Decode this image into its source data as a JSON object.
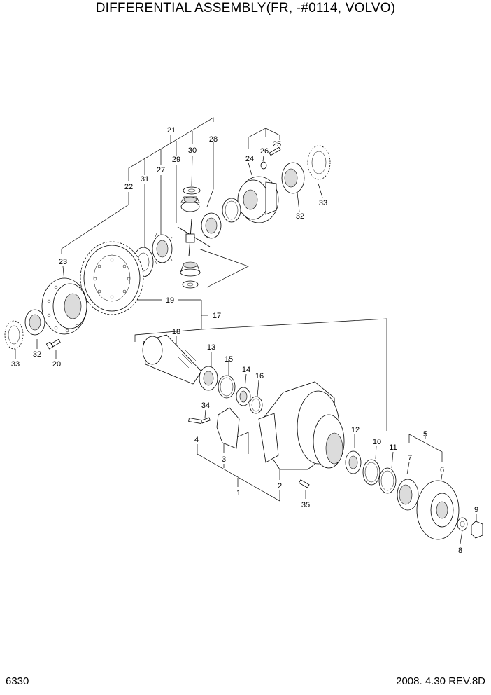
{
  "header": {
    "title": "DIFFERENTIAL ASSEMBLY(FR, -#0114, VOLVO)"
  },
  "footer": {
    "page_number": "6330",
    "revision": "2008. 4.30  REV.8D"
  },
  "callouts": [
    {
      "id": "c21",
      "text": "21"
    },
    {
      "id": "c30",
      "text": "30"
    },
    {
      "id": "c28",
      "text": "28"
    },
    {
      "id": "c29",
      "text": "29"
    },
    {
      "id": "c27",
      "text": "27"
    },
    {
      "id": "c31",
      "text": "31"
    },
    {
      "id": "c22",
      "text": "22"
    },
    {
      "id": "c25",
      "text": "25"
    },
    {
      "id": "c26",
      "text": "26"
    },
    {
      "id": "c24",
      "text": "24"
    },
    {
      "id": "c33a",
      "text": "33"
    },
    {
      "id": "c32a",
      "text": "32"
    },
    {
      "id": "c23",
      "text": "23"
    },
    {
      "id": "c19",
      "text": "19"
    },
    {
      "id": "c17",
      "text": "17"
    },
    {
      "id": "c18",
      "text": "18"
    },
    {
      "id": "c33b",
      "text": "33"
    },
    {
      "id": "c32b",
      "text": "32"
    },
    {
      "id": "c20",
      "text": "20"
    },
    {
      "id": "c13",
      "text": "13"
    },
    {
      "id": "c15",
      "text": "15"
    },
    {
      "id": "c14",
      "text": "14"
    },
    {
      "id": "c16",
      "text": "16"
    },
    {
      "id": "c34",
      "text": "34"
    },
    {
      "id": "c4",
      "text": "4"
    },
    {
      "id": "c3",
      "text": "3"
    },
    {
      "id": "c1",
      "text": "1"
    },
    {
      "id": "c2",
      "text": "2"
    },
    {
      "id": "c35",
      "text": "35"
    },
    {
      "id": "c12",
      "text": "12"
    },
    {
      "id": "c10",
      "text": "10"
    },
    {
      "id": "c11",
      "text": "11"
    },
    {
      "id": "c5",
      "text": "5"
    },
    {
      "id": "c7",
      "text": "7"
    },
    {
      "id": "c6",
      "text": "6"
    },
    {
      "id": "c9",
      "text": "9"
    },
    {
      "id": "c8",
      "text": "8"
    }
  ]
}
